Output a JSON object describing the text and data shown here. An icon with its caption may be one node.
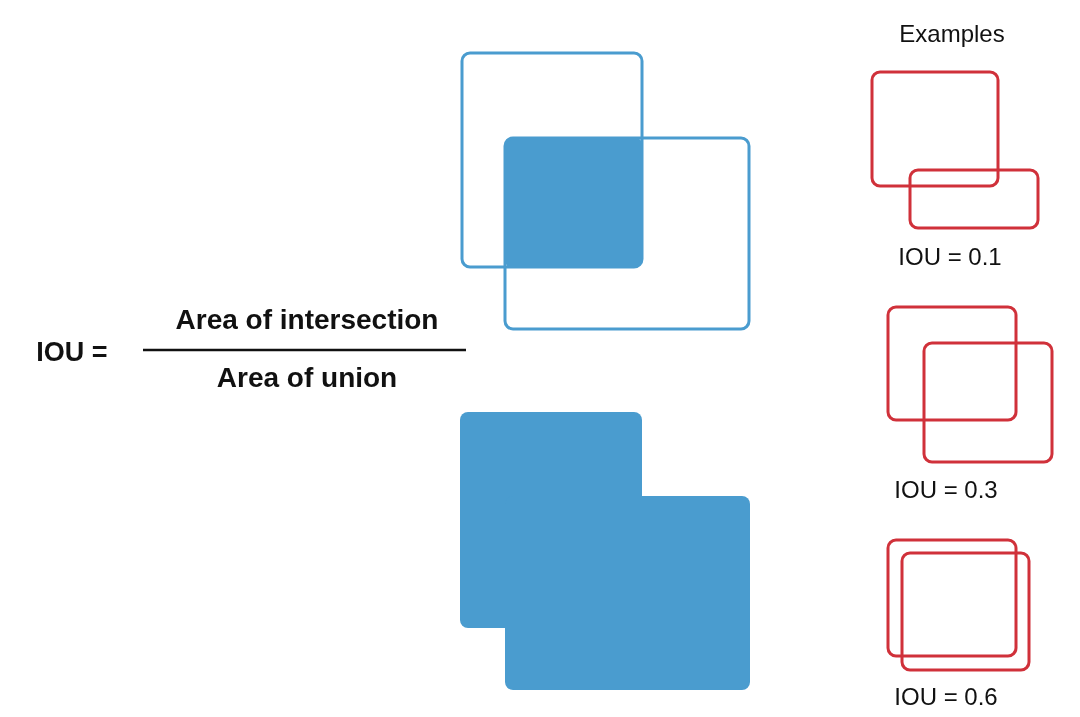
{
  "diagram": {
    "labels": [
      "Examples",
      "IOU = 0.1",
      "Area of intersection",
      "IOU =",
      "Area of union",
      "IOU = 0.3",
      "IOU = 0.6"
    ]
  }
}
